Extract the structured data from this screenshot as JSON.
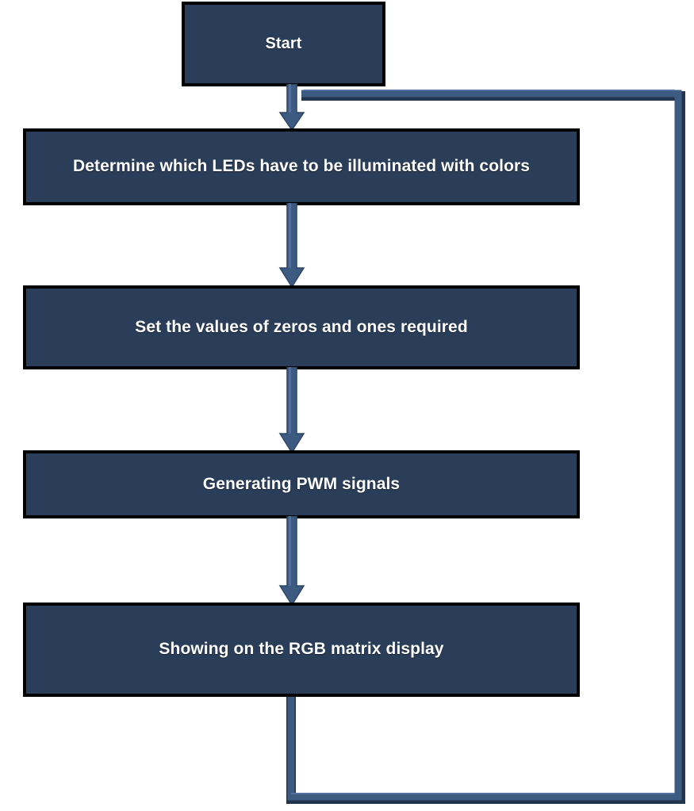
{
  "diagram": {
    "title": "RGB matrix display control flowchart",
    "type": "flowchart",
    "colors": {
      "node_fill": "#2a3e5a",
      "node_border": "#000000",
      "node_text": "#ffffff",
      "connector": "#3d5a80",
      "connector_shade": "#2d4566",
      "background": "#ffffff"
    },
    "nodes": [
      {
        "id": "start",
        "label": "Start",
        "shape": "rectangle"
      },
      {
        "id": "determine",
        "label": "Determine which LEDs have to be illuminated with colors",
        "shape": "rectangle"
      },
      {
        "id": "setvalues",
        "label": "Set the values of zeros and ones required",
        "shape": "rectangle"
      },
      {
        "id": "pwm",
        "label": "Generating PWM signals",
        "shape": "rectangle"
      },
      {
        "id": "showing",
        "label": "Showing on the RGB matrix display",
        "shape": "rectangle"
      }
    ],
    "edges": [
      {
        "from": "start",
        "to": "determine",
        "label": "",
        "style": "arrow-down"
      },
      {
        "from": "determine",
        "to": "setvalues",
        "label": "",
        "style": "arrow-down"
      },
      {
        "from": "setvalues",
        "to": "pwm",
        "label": "",
        "style": "arrow-down"
      },
      {
        "from": "pwm",
        "to": "showing",
        "label": "",
        "style": "arrow-down"
      },
      {
        "from": "showing",
        "to": "determine",
        "label": "",
        "style": "feedback-loop"
      }
    ]
  }
}
